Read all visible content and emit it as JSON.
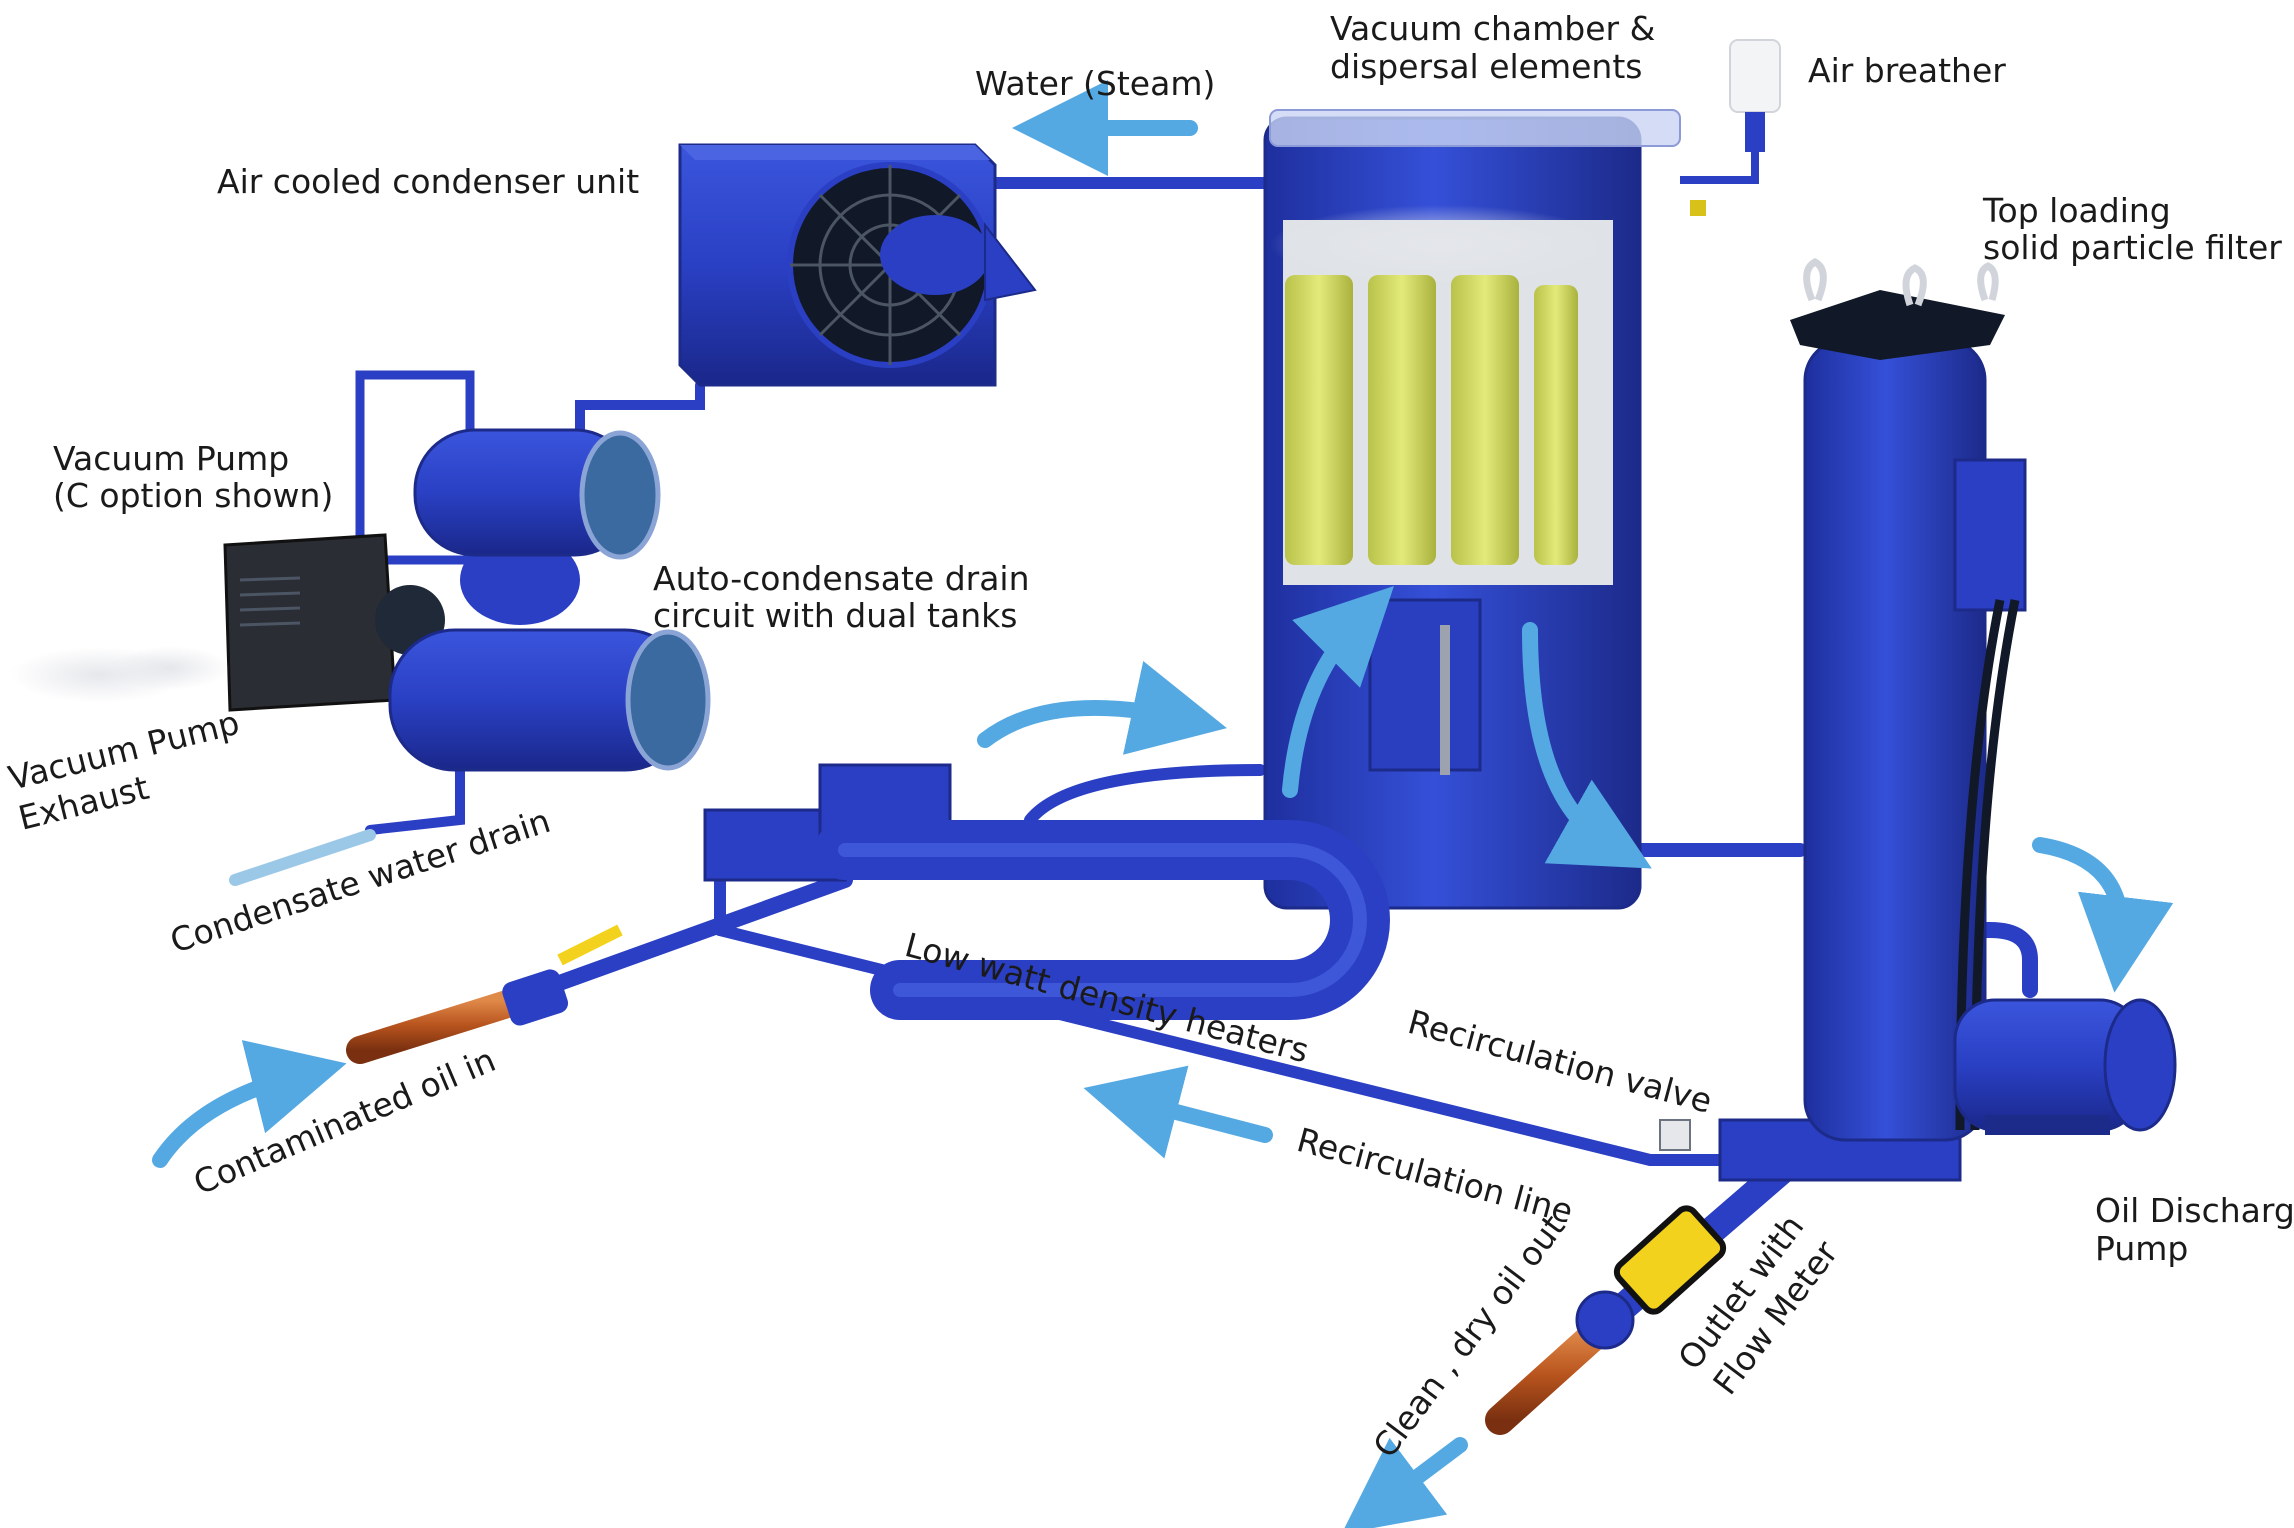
{
  "labels": {
    "water_steam": "Water (Steam)",
    "vacuum_chamber_1": "Vacuum chamber &",
    "vacuum_chamber_2": "dispersal elements",
    "air_breather": "Air breather",
    "air_cooled_condenser": "Air cooled condenser unit",
    "top_loading_1": "Top loading",
    "top_loading_2": "solid particle filter",
    "vacuum_pump_1": "Vacuum Pump",
    "vacuum_pump_2": "(C option shown)",
    "auto_condensate_1": "Auto-condensate drain",
    "auto_condensate_2": "circuit with dual tanks",
    "vacuum_pump_exhaust_1": "Vacuum Pump",
    "vacuum_pump_exhaust_2": "Exhaust",
    "condensate_water_drain": "Condensate water drain",
    "low_watt_heaters": "Low watt density heaters",
    "recirculation_valve": "Recirculation valve",
    "recirculation_line": "Recirculation line",
    "contaminated_oil_in": "Contaminated oil in",
    "oil_discharge_1": "Oil Discharge",
    "oil_discharge_2": "Pump",
    "clean_dry_oil_out": "Clean , dry oil out",
    "outlet_flow_meter_1": "Outlet with",
    "outlet_flow_meter_2": "Flow Meter"
  },
  "colors": {
    "equipment_blue": "#2b3fc4",
    "equipment_dark": "#1c2a8a",
    "flow_arrow": "#55a9e3",
    "element_yellow": "#d8e06a",
    "copper_pipe": "#b8541e",
    "flow_meter_yellow": "#f2d21c"
  }
}
